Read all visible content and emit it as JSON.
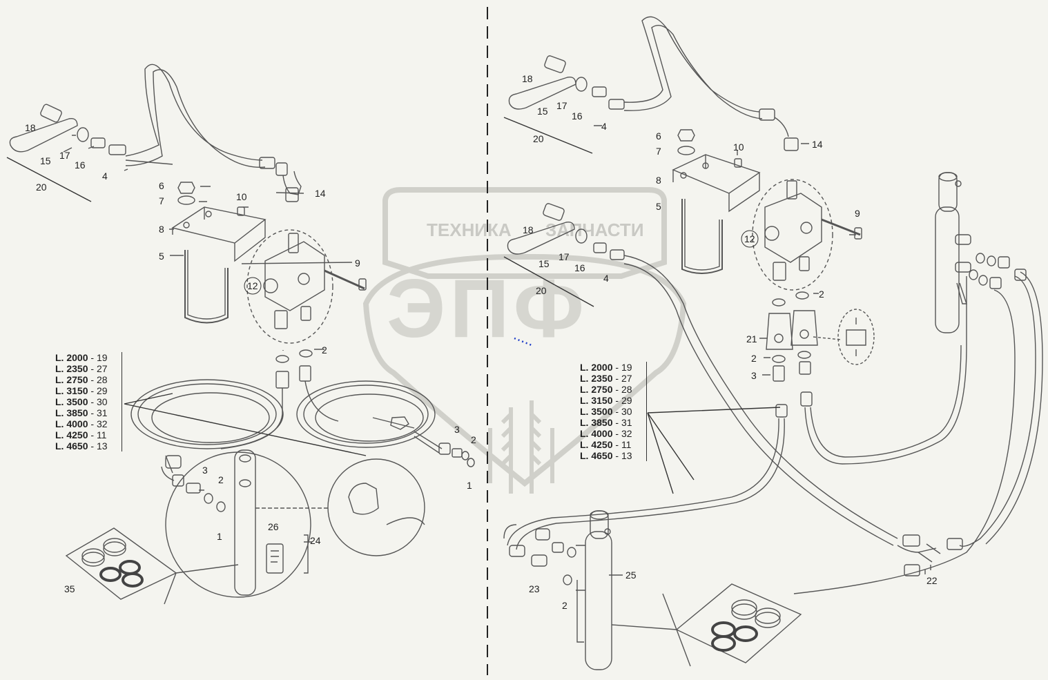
{
  "watermark": {
    "brand_left": "ТЕХНИКА",
    "brand_right": "ЗАПЧАСТИ",
    "logo_letters": "ЭПФ"
  },
  "callouts": {
    "c1": "1",
    "c2": "2",
    "c3": "3",
    "c4": "4",
    "c5": "5",
    "c6": "6",
    "c7": "7",
    "c8": "8",
    "c9": "9",
    "c10": "10",
    "c12": "12",
    "c14": "14",
    "c15": "15",
    "c16": "16",
    "c17": "17",
    "c18": "18",
    "c20": "20",
    "c21": "21",
    "c22": "22",
    "c23": "23",
    "c24": "24",
    "c25": "25",
    "c26": "26",
    "c35": "35"
  },
  "hose_lengths": [
    {
      "length": "L. 2000",
      "part": "19"
    },
    {
      "length": "L. 2350",
      "part": "27"
    },
    {
      "length": "L. 2750",
      "part": "28"
    },
    {
      "length": "L. 3150",
      "part": "29"
    },
    {
      "length": "L. 3500",
      "part": "30"
    },
    {
      "length": "L. 3850",
      "part": "31"
    },
    {
      "length": "L. 4000",
      "part": "32"
    },
    {
      "length": "L. 4250",
      "part": "11"
    },
    {
      "length": "L. 4650",
      "part": "13"
    }
  ],
  "legend_separator": " - ",
  "colors": {
    "line": "#555555",
    "background": "#f4f4ef",
    "watermark": "#c9c9c4"
  }
}
